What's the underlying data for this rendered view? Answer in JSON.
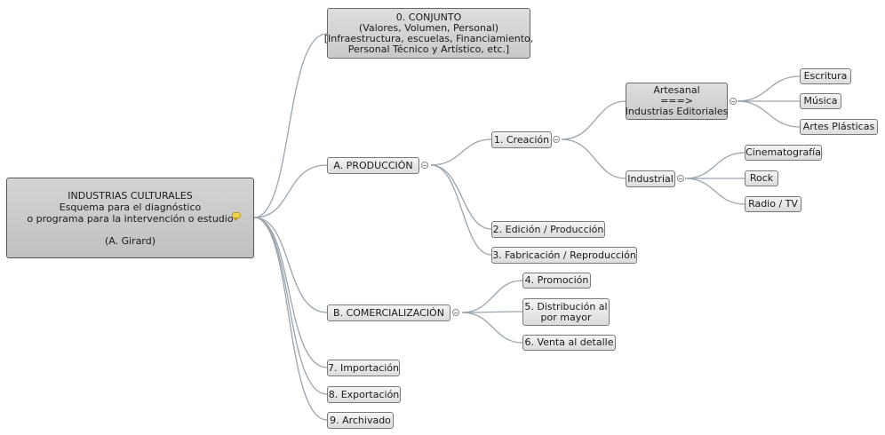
{
  "root": {
    "lines": [
      "INDUSTRIAS CULTURALES",
      "Esquema para el diagnóstico",
      "o programa para la intervención o estudio",
      "",
      "(A. Girard)"
    ]
  },
  "conjunto": {
    "lines": [
      "0. CONJUNTO",
      "(Valores, Volumen, Personal)",
      "[Infraestructura, escuelas, Financiamiento,",
      "Personal Técnico y Artístico, etc.]"
    ]
  },
  "produccion": {
    "label": "A. PRODUCCIÓN",
    "creacion": {
      "label": "1. Creación",
      "artesanal": {
        "lines": [
          "Artesanal",
          "===>",
          "Industrias Editoriales"
        ],
        "children": [
          "Escritura",
          "Música",
          "Artes Plásticas"
        ]
      },
      "industrial": {
        "label": "Industrial",
        "children": [
          "Cinematografía",
          "Rock",
          "Radio / TV"
        ]
      }
    },
    "edicion": "2. Edición / Producción",
    "fabricacion": "3. Fabricación / Reproducción"
  },
  "comercializacion": {
    "label": "B. COMERCIALIZACIÓN",
    "promocion": "4. Promoción",
    "distribucion": [
      "5. Distribución al",
      "por mayor"
    ],
    "venta": "6. Venta al detalle"
  },
  "importacion": "7. Importación",
  "exportacion": "8. Exportación",
  "archivado": "9. Archivado"
}
